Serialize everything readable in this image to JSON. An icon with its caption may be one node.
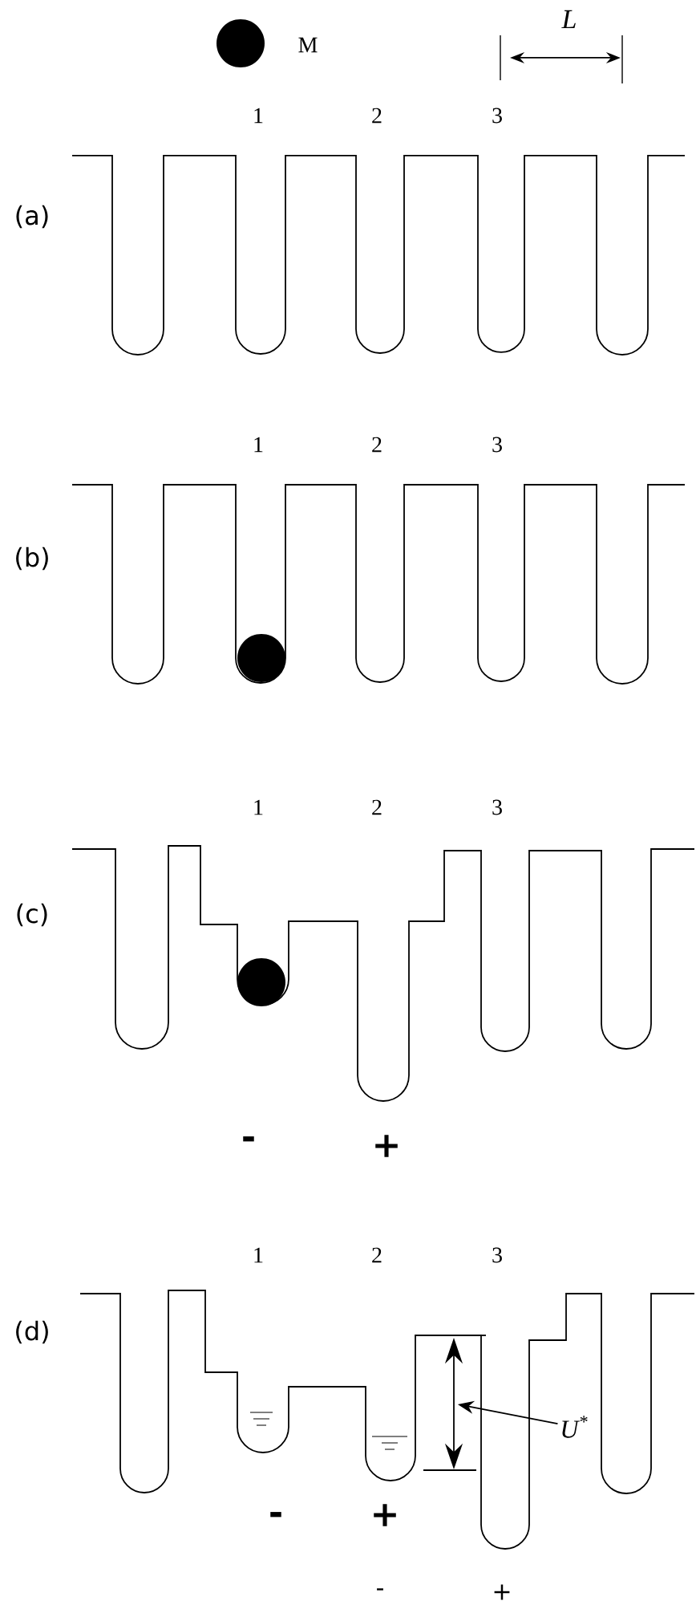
{
  "diagram": {
    "nodes": [
      {
        "text": [
          "U$^{*}$"
        ]
      },
      {
        "text": [],
        "shape": "arrow"
      }
    ],
    "edges": [
      {
        "from": 0,
        "to": 1,
        "arrow": "to"
      }
    ],
    "labels": [
      "L",
      "M",
      "1",
      "2",
      "3",
      "(a)",
      "1",
      "2",
      "3",
      "(b)",
      "1",
      "2",
      "3",
      "(c)",
      "-",
      "+",
      "1",
      "2",
      "3",
      "(d)",
      "-",
      "+",
      "-",
      "+"
    ]
  }
}
